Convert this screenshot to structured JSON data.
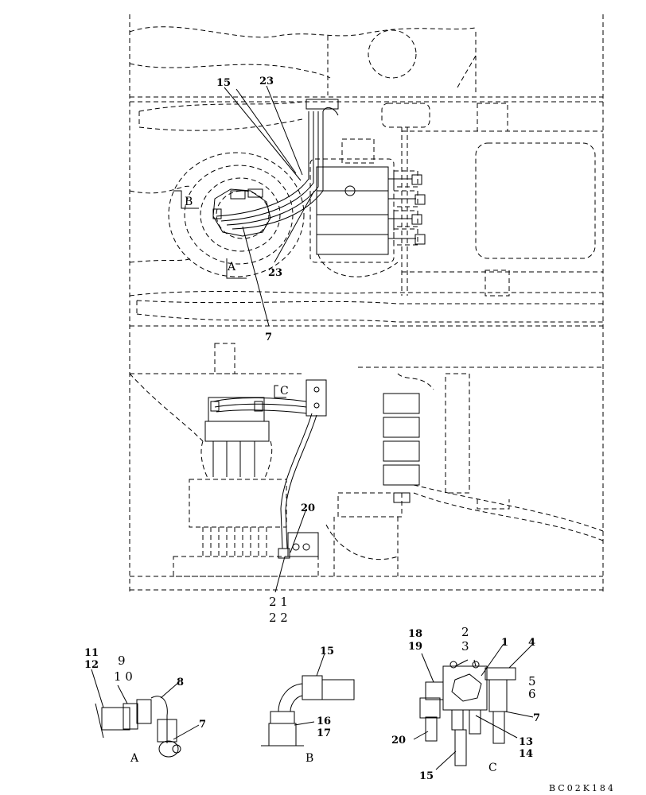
{
  "drawing_code": "BC02K184",
  "top_view": {
    "part_labels": {
      "p15": "15",
      "p23_top": "23",
      "p23_bottom": "23",
      "p7": "7"
    },
    "view_markers": {
      "b": "B",
      "a": "A"
    }
  },
  "middle_view": {
    "part_labels": {
      "p20": "20",
      "p21": "2 1",
      "p22": "2 2"
    },
    "view_markers": {
      "c": "C"
    }
  },
  "detail_a": {
    "caption": "A",
    "part_labels": {
      "p11": "11",
      "p12": "12",
      "p9": "9",
      "p10": "1 0",
      "p8": "8",
      "p7": "7"
    }
  },
  "detail_b": {
    "caption": "B",
    "part_labels": {
      "p15": "15",
      "p16": "16",
      "p17": "17"
    }
  },
  "detail_c": {
    "caption": "C",
    "part_labels": {
      "p18": "18",
      "p19": "19",
      "p2": "2",
      "p3": "3",
      "p1": "1",
      "p4": "4",
      "p5": "5",
      "p6": "6",
      "p7": "7",
      "p20": "20",
      "p13": "13",
      "p14": "14",
      "p15": "15"
    }
  }
}
